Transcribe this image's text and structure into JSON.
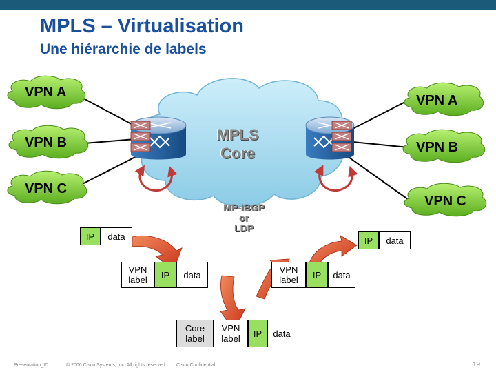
{
  "header": {
    "title": "MPLS – Virtualisation",
    "subtitle": "Une hiérarchie de labels"
  },
  "network": {
    "left_sites": [
      "VPN A",
      "VPN B",
      "VPN C"
    ],
    "right_sites": [
      "VPN A",
      "VPN B",
      "VPN C"
    ],
    "core_line1": "MPLS",
    "core_line2": "Core",
    "protocol_line1": "MP-iBGP",
    "protocol_line2": "or",
    "protocol_line3": "LDP"
  },
  "packets": {
    "p1": {
      "ip": "IP",
      "data": "data"
    },
    "p2": {
      "vpn_line1": "VPN",
      "vpn_line2": "label",
      "ip": "IP",
      "data": "data"
    },
    "p3": {
      "core_line1": "Core",
      "core_line2": "label",
      "vpn_line1": "VPN",
      "vpn_line2": "label",
      "ip": "IP",
      "data": "data"
    },
    "p4": {
      "vpn_line1": "VPN",
      "vpn_line2": "label",
      "ip": "IP",
      "data": "data"
    },
    "p5": {
      "ip": "IP",
      "data": "data"
    }
  },
  "footer": {
    "presentation_id": "Presentation_ID",
    "copyright": "© 2006 Cisco Systems, Inc. All rights reserved.",
    "confidential": "Cisco Confidential",
    "page_number": "19"
  },
  "colors": {
    "title": "#1a4f9c",
    "cloud_fill": "#a8dcf0",
    "label_green": "#99e060",
    "arrow_red": "#e04828",
    "router_blue": "#2a6aa8"
  },
  "icons": [
    "vpn-cloud-icon",
    "mpls-core-cloud-icon",
    "pe-router-icon",
    "label-switch-icon",
    "curved-arrow-icon"
  ]
}
